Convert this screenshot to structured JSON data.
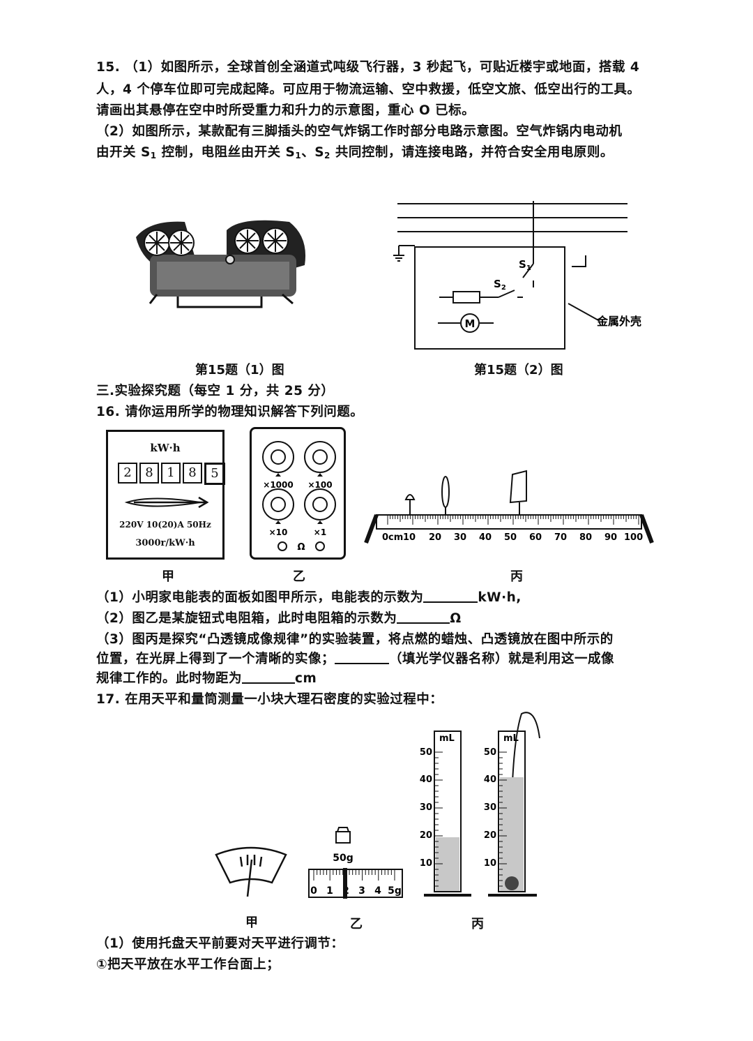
{
  "q15": {
    "l1": "15. （1）如图所示，全球首创全涵道式吨级飞行器，3 秒起飞，可贴近楼宇或地面，搭载 4",
    "l2": "人，4 个停车位即可完成起降。可应用于物流运输、空中救援，低空文旅、低空出行的工具。",
    "l3": "请画出其悬停在空中时所受重力和升力的示意图，重心 O 已标。",
    "l4": "（2）如图所示，某款配有三脚插头的空气炸锅工作时部分电路示意图。空气炸锅内电动机",
    "l5a": "由开关 S",
    "l5s1": "1",
    "l5b": " 控制，电阻丝由开关 S",
    "l5s2": "1",
    "l5c": "、S",
    "l5s3": "2",
    "l5d": " 共同控制，请连接电路，并符合安全用电原则。",
    "fig1_caption": "第15题（1）图",
    "fig2_caption": "第15题（2）图",
    "circuit": {
      "s1_label": "S",
      "s1_sub": "1",
      "s2_label": "S",
      "s2_sub": "2",
      "motor_label": "M",
      "shell_label": "金属外壳",
      "fan_mark": "O"
    }
  },
  "section3": "三.实验探究题（每空 1 分，共 25 分）",
  "q16": {
    "title": "16. 请你运用所学的物理知识解答下列问题。",
    "meter": {
      "unit": "kW·h",
      "digits": [
        "2",
        "8",
        "1",
        "8",
        "5"
      ],
      "spec": "220V  10(20)A 50Hz",
      "rate": "3000r/kW·h"
    },
    "box": {
      "mult": [
        "×1000",
        "×100",
        "×10",
        "×1"
      ],
      "ohm": "Ω"
    },
    "bench": {
      "ticks": [
        "0cm",
        "10",
        "20",
        "30",
        "40",
        "50",
        "60",
        "70",
        "80",
        "90",
        "100"
      ]
    },
    "labels": [
      "甲",
      "乙",
      "丙"
    ],
    "p1a": "（1）小明家电能表的面板如图甲所示，电能表的示数为",
    "p1b": "kW·h,",
    "p2a": "（2）图乙是某旋钮式电阻箱，此时电阻箱的示数为",
    "p2b": "Ω",
    "p3a": "（3）图丙是探究“凸透镜成像规律”的实验装置，将点燃的蜡烛、凸透镜放在图中所示的",
    "p3b": "位置，在光屏上得到了一个清晰的实像；",
    "p3c": "（填光学仪器名称）就是利用这一成像",
    "p3d": "规律工作的。此时物距为",
    "p3e": "cm"
  },
  "q17": {
    "title": "17. 在用天平和量筒测量一小块大理石密度的实验过程中：",
    "weight": "50g",
    "scale": [
      "0",
      "1",
      "2",
      "3",
      "4",
      "5g"
    ],
    "cyl_unit": "mL",
    "cyl_ticks": [
      "50",
      "40",
      "30",
      "20",
      "10"
    ],
    "labels": [
      "甲",
      "乙",
      "丙"
    ],
    "p1": "（1）使用托盘天平前要对天平进行调节：",
    "p2": "①把天平放在水平工作台面上；"
  }
}
